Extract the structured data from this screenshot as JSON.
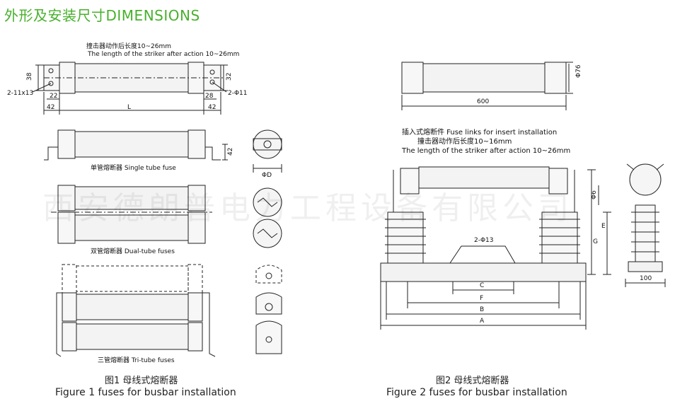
{
  "title": "外形及安装尺寸DIMENSIONS",
  "fig1": {
    "striker_cn": "撞击器动作后长度10~26mm",
    "striker_en": "The length of the striker after action 10~26mm",
    "dim_38": "38",
    "dim_32": "32",
    "dim_22": "22",
    "dim_28": "28",
    "dim_42_left": "42",
    "dim_L": "L",
    "dim_42_right": "42",
    "dim_2x11x13": "2-11x13",
    "dim_2phi11": "2-Φ11",
    "dim_42_side": "42",
    "dim_phiD": "ΦD",
    "single_label": "单管熔断器 Single tube fuse",
    "dual_label": "双管熔断器 Dual-tube fuses",
    "tri_label": "三管熔断器 Tri-tube fuses",
    "caption_cn": "图1 母线式熔断器",
    "caption_en": "Figure 1 fuses for busbar installation"
  },
  "fig2": {
    "dim_phi76": "Φ76",
    "dim_600": "600",
    "insert_label": "插入式熔断件 Fuse links for insert installation",
    "striker_cn": "撞击器动作后长度10~16mm",
    "striker_en": "The length of the striker after action 10~26mm",
    "dim_phi6": "Φ6",
    "dim_E": "E",
    "dim_G": "G",
    "dim_2phi13": "2-Φ13",
    "dim_C": "C",
    "dim_F": "F",
    "dim_B": "B",
    "dim_A": "A",
    "dim_100": "100",
    "caption_cn": "图2 母线式熔断器",
    "caption_en": "Figure 2 fuses for busbar installation"
  },
  "watermark": "西安德朗普电力工程设备有限公司"
}
